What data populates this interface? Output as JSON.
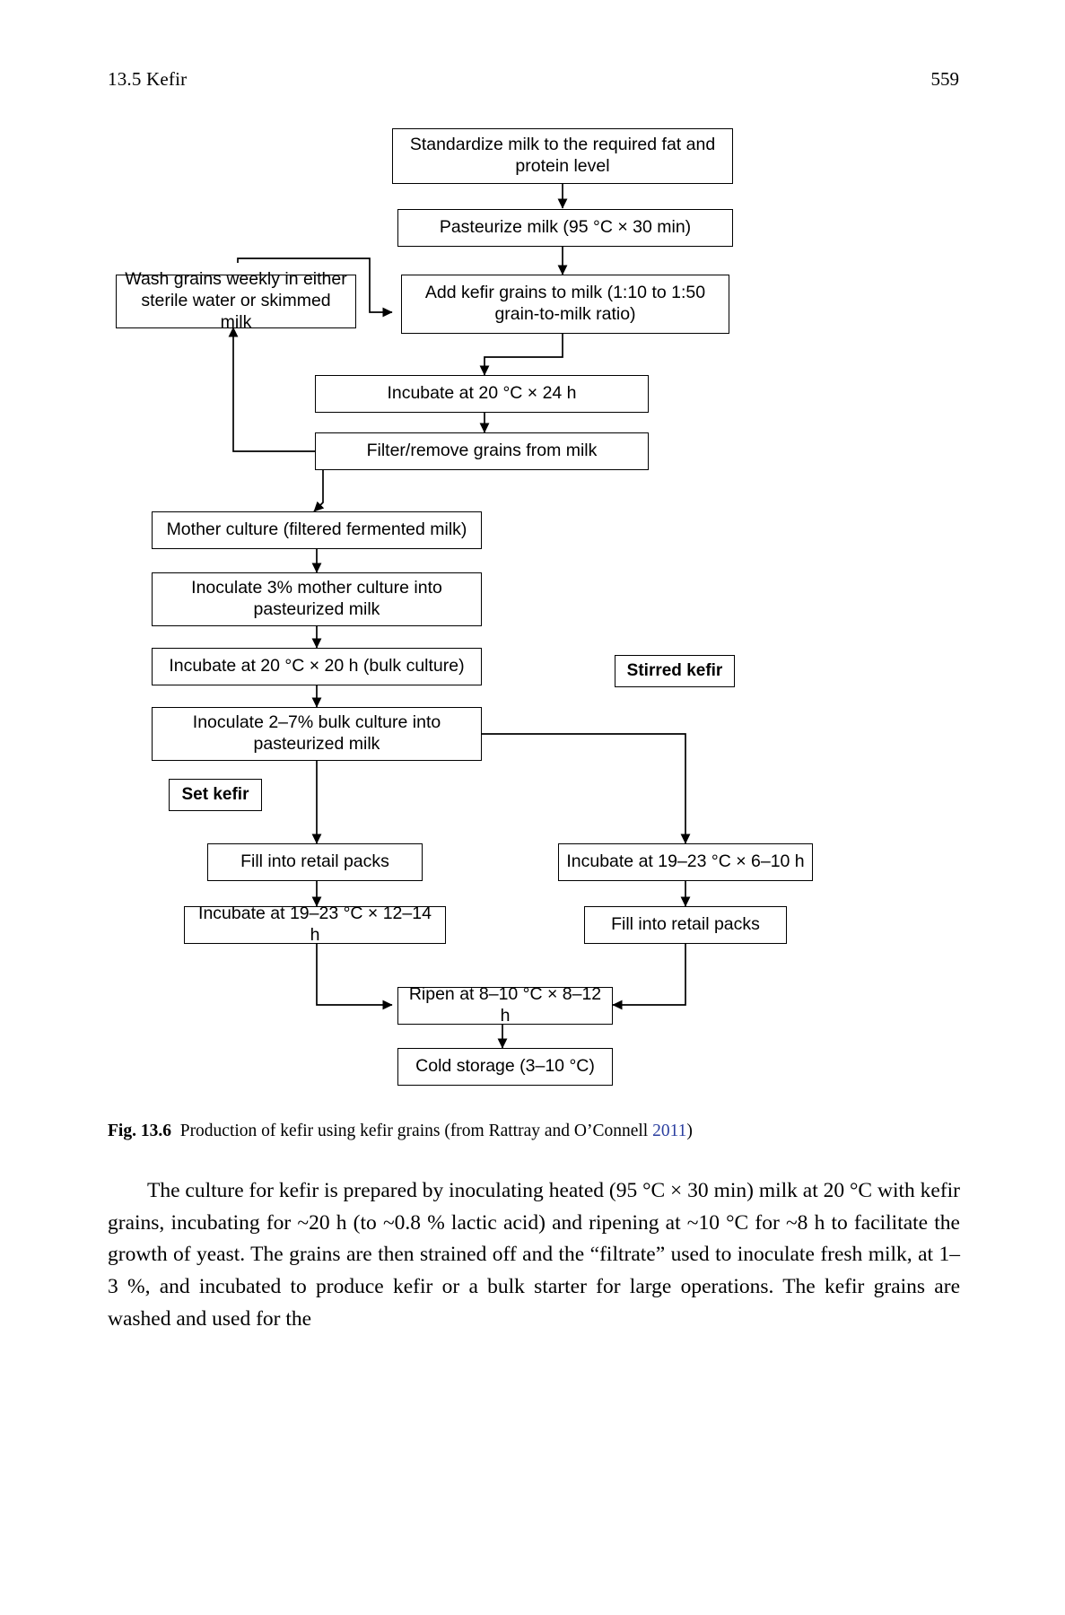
{
  "running_head": {
    "section": "13.5   Kefir",
    "page_number": "559"
  },
  "figure": {
    "caption_label": "Fig. 13.6",
    "caption_text": "Production of kefir using kefir grains (from Rattray and O’Connell ",
    "caption_citation": "2011",
    "caption_close": ")",
    "nodes": {
      "standardize": "Standardize milk to the required fat and protein level",
      "pasteurize": "Pasteurize milk (95 °C × 30 min)",
      "wash_grains": "Wash grains weekly in either sterile water or skimmed milk",
      "add_grains": "Add kefir grains to milk (1:10 to 1:50 grain-to-milk ratio)",
      "incubate_24h": "Incubate at 20 °C × 24 h",
      "filter_grains": "Filter/remove grains from milk",
      "mother_culture": "Mother culture (filtered fermented milk)",
      "inoculate_3pc": "Inoculate 3% mother culture into pasteurized milk",
      "incubate_20h": "Incubate at 20 °C × 20 h (bulk culture)",
      "inoculate_27pc": "Inoculate 2–7% bulk culture into pasteurized milk",
      "set_kefir": "Set kefir",
      "stirred_kefir": "Stirred kefir",
      "fill_packs_left": "Fill into retail packs",
      "incubate_12_14h": "Incubate at 19–23 °C × 12–14 h",
      "incubate_6_10h": "Incubate at 19–23 °C × 6–10 h",
      "fill_packs_right": "Fill into retail packs",
      "ripen": "Ripen at 8–10 °C × 8–12 h",
      "cold_storage": "Cold storage  (3–10 °C)"
    }
  },
  "body": {
    "paragraph": "The culture for kefir is prepared by inoculating heated (95 °C × 30 min) milk at 20 °C with kefir grains, incubating for ~20 h (to ~0.8 % lactic acid) and ripening at ~10 °C for ~8 h to facilitate the growth of yeast. The grains are then strained off and the “filtrate” used to inoculate fresh milk, at 1–3 %, and incubated to produce kefir or a bulk starter for large operations. The kefir grains are washed and used for the"
  },
  "colors": {
    "ink": "#000000",
    "paper": "#ffffff",
    "citation_link": "#2b3fa0"
  }
}
